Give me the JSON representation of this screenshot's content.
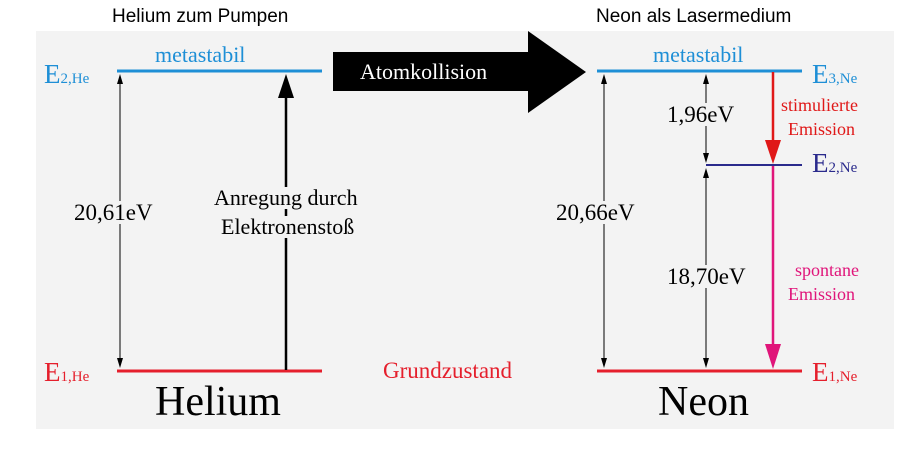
{
  "titles": {
    "left": "Helium zum Pumpen",
    "right": "Neon als Lasermedium"
  },
  "helium": {
    "upper_level": {
      "letter": "E",
      "sub": "2,He",
      "tag": "metastabil"
    },
    "lower_level": {
      "letter": "E",
      "sub": "1,He"
    },
    "energy_gap": "20,61eV",
    "pump_label_line1": "Anregung durch",
    "pump_label_line2": "Elektronenstoß",
    "name": "Helium"
  },
  "transfer_arrow": {
    "label": "Atomkollision"
  },
  "ground_state_label": "Grundzustand",
  "neon": {
    "upper_level": {
      "letter": "E",
      "sub": "3,Ne",
      "tag": "metastabil"
    },
    "middle_level": {
      "letter": "E",
      "sub": "2,Ne"
    },
    "lower_level": {
      "letter": "E",
      "sub": "1,Ne"
    },
    "gap_total": "20,66eV",
    "gap_upper": "1,96eV",
    "gap_lower": "18,70eV",
    "stimulated_line1": "stimulierte",
    "stimulated_line2": "Emission",
    "spontaneous_line1": "spontane",
    "spontaneous_line2": "Emission",
    "name": "Neon"
  },
  "colors": {
    "panel_bg": "#f3f3f3",
    "metastable_blue": "#1e8fd6",
    "ground_red": "#e51f2c",
    "middle_navy": "#2a2a8c",
    "stimulated_red": "#e01818",
    "spontaneous_magenta": "#e0157a",
    "black": "#000000"
  }
}
